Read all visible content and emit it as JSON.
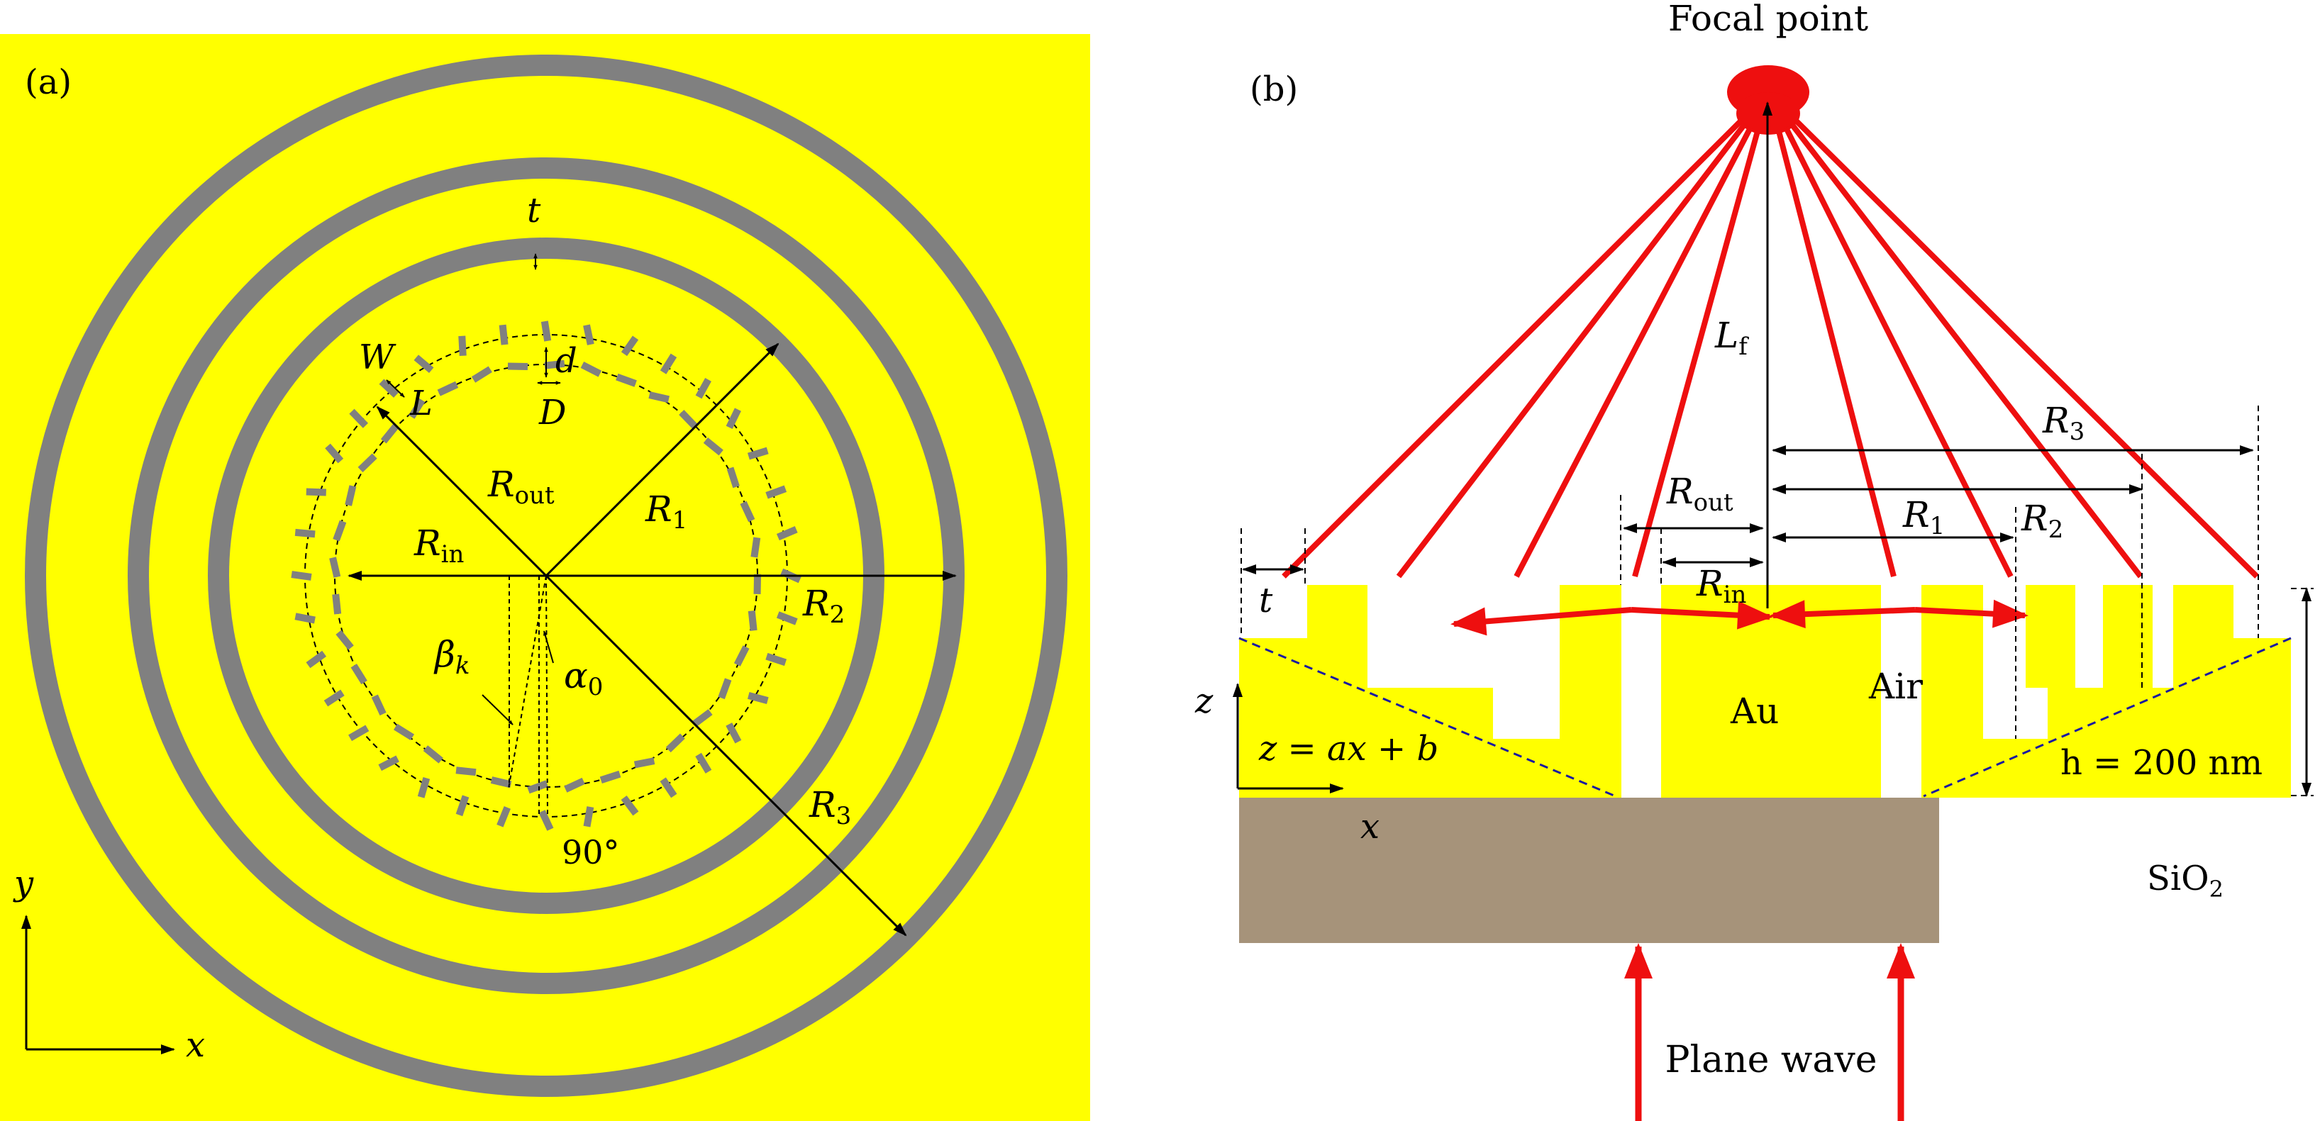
{
  "colors": {
    "gold": "#ffff00",
    "ring_gray": "#808080",
    "substrate": "#a6937a",
    "ray_red": "#ee0f0f",
    "line_black": "#000000"
  },
  "panel_a": {
    "label": "(a)",
    "labels": {
      "t": "t",
      "W": "W",
      "L": "L",
      "d": "d",
      "D": "D",
      "R_out": "R",
      "R_out_sub": "out",
      "R_in": "R",
      "R_in_sub": "in",
      "R1": "R",
      "R1_sub": "1",
      "R2": "R",
      "R2_sub": "2",
      "R3": "R",
      "R3_sub": "3",
      "beta": "β",
      "beta_sub": "k",
      "alpha": "α",
      "alpha_sub": "0",
      "ninety": "90°",
      "y_axis": "y",
      "x_axis": "x"
    }
  },
  "panel_b": {
    "label": "(b)",
    "focal_point": "Focal point",
    "labels": {
      "Lf": "L",
      "Lf_sub": "f",
      "R3": "R",
      "R3_sub": "3",
      "R_out": "R",
      "R_out_sub": "out",
      "R1": "R",
      "R1_sub": "1",
      "R2": "R",
      "R2_sub": "2",
      "R_in": "R",
      "R_in_sub": "in",
      "t": "t",
      "z_axis": "z",
      "x_axis": "x",
      "equation": "z = ax + b",
      "au": "Au",
      "air": "Air",
      "height": "h = 200 nm",
      "sio2": "SiO",
      "sio2_sub": "2",
      "plane_wave": "Plane wave"
    }
  }
}
